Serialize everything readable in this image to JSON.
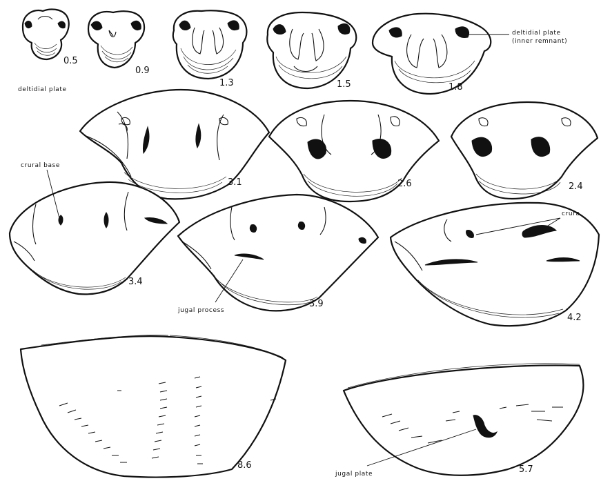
{
  "sections": [
    {
      "id": "s05",
      "label": "0.5"
    },
    {
      "id": "s09",
      "label": "0.9"
    },
    {
      "id": "s13",
      "label": "1.3"
    },
    {
      "id": "s15",
      "label": "1.5"
    },
    {
      "id": "s18",
      "label": "1.8"
    },
    {
      "id": "s31",
      "label": "3.1"
    },
    {
      "id": "s26",
      "label": "2.6"
    },
    {
      "id": "s24",
      "label": "2.4"
    },
    {
      "id": "s34",
      "label": "3.4"
    },
    {
      "id": "s39",
      "label": "3.9"
    },
    {
      "id": "s42",
      "label": "4.2"
    },
    {
      "id": "s86",
      "label": "8.6"
    },
    {
      "id": "s57",
      "label": "5.7"
    }
  ],
  "annotations": {
    "deltidial_plate": "deltidial plate",
    "deltidial_inner_1": "deltidial plate",
    "deltidial_inner_2": "(inner remnant)",
    "crural_base": "crural base",
    "crura": "crura",
    "jugal_process": "jugal process",
    "jugal_plate": "jugal plate"
  }
}
